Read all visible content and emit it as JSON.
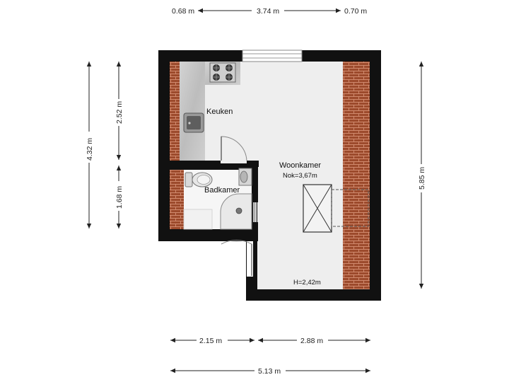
{
  "colors": {
    "wall": "#111111",
    "floor_main": "#eeeeee",
    "floor_bath": "#f6f6f6",
    "kitchen_counter": "#c9c9c9",
    "brick": "#9c4a2c",
    "brick_mortar": "#d08a6e",
    "dimension_line": "#222222"
  },
  "dimensions": {
    "top_left": "0.68 m",
    "top_mid": "3.74 m",
    "top_right": "0.70 m",
    "left_outer": "4.32 m",
    "left_upper": "2.52 m",
    "left_lower": "1.68 m",
    "right": "5.85 m",
    "bottom_left": "2.15 m",
    "bottom_right": "2.88 m",
    "bottom_total": "5.13 m"
  },
  "rooms": {
    "kitchen": {
      "label": "Keuken"
    },
    "bathroom": {
      "label": "Badkamer"
    },
    "living": {
      "label": "Woonkamer",
      "ridge": "Nok=3,67m",
      "height": "H=2,42m"
    }
  },
  "icons": {
    "stove": "stove-icon",
    "sink": "sink-icon",
    "toilet": "toilet-icon",
    "washbasin": "washbasin-icon",
    "shower": "shower-icon",
    "skylight": "skylight-icon"
  }
}
